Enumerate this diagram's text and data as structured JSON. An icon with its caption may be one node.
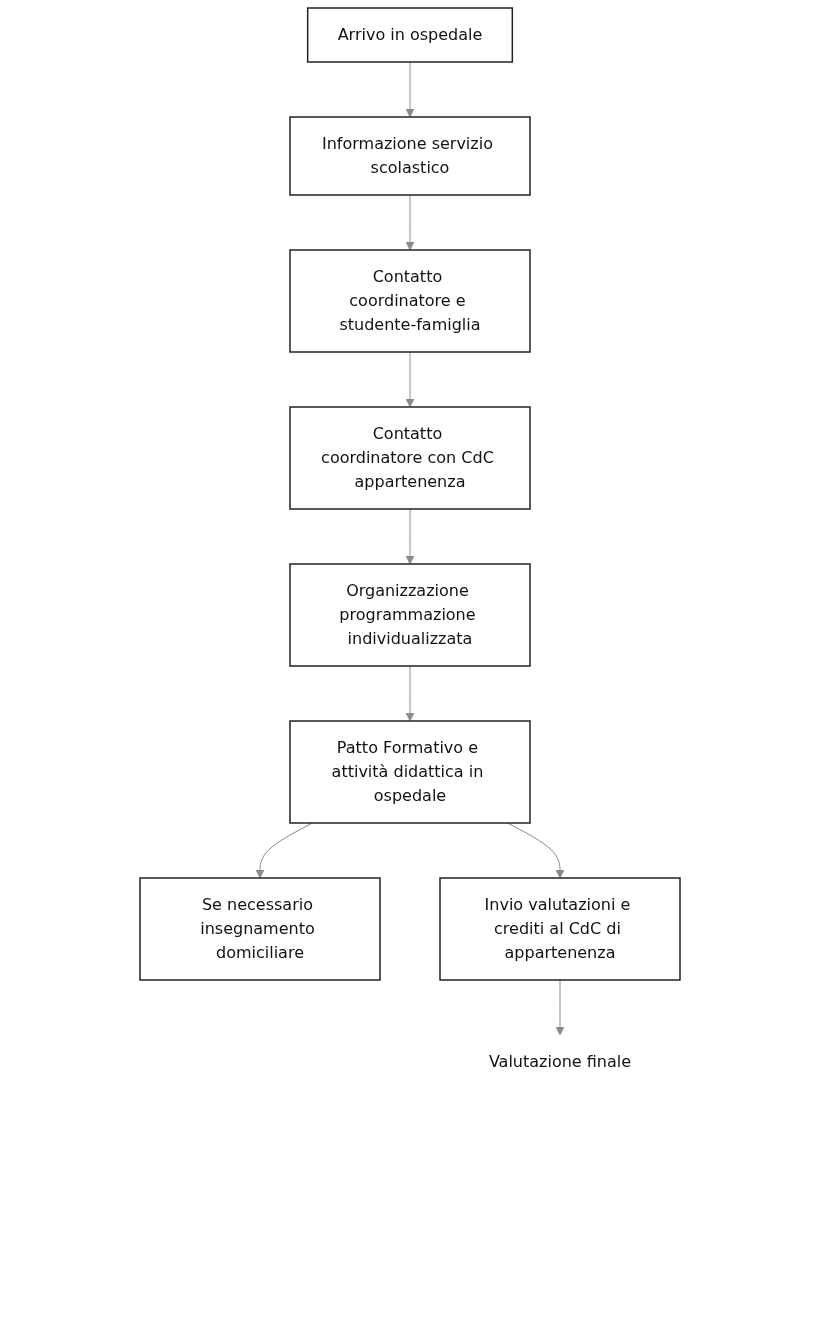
{
  "diagram": {
    "nodes": [
      {
        "text": [
          "Arrivo in ospedale"
        ]
      },
      {
        "text": [
          "Informazione servizio scolastico"
        ]
      },
      {
        "text": [
          "Contatto coordinatore e studente-famiglia"
        ]
      },
      {
        "text": [
          "Contatto coordinatore con CdC appartenenza"
        ]
      },
      {
        "text": [
          "Organizzazione programmazione individualizzata"
        ]
      },
      {
        "text": [
          "Patto Formativo e attività didattica in ospedale"
        ]
      },
      {
        "text": [
          "Se necessario insegnamento domiciliare"
        ]
      },
      {
        "text": [
          "Invio valutazioni e crediti al CdC di appartenenza"
        ]
      },
      {
        "text": [
          "Valutazione finale"
        ]
      }
    ],
    "edges": [
      {
        "from": 0,
        "to": 1,
        "arrow": "to"
      },
      {
        "from": 1,
        "to": 2,
        "arrow": "to"
      },
      {
        "from": 2,
        "to": 3,
        "arrow": "to"
      },
      {
        "from": 3,
        "to": 4,
        "arrow": "to"
      },
      {
        "from": 4,
        "to": 5,
        "arrow": "to"
      },
      {
        "from": 5,
        "to": 6,
        "arrow": "to"
      },
      {
        "from": 5,
        "to": 7,
        "arrow": "to"
      },
      {
        "from": 7,
        "to": 8,
        "arrow": "to"
      }
    ]
  }
}
